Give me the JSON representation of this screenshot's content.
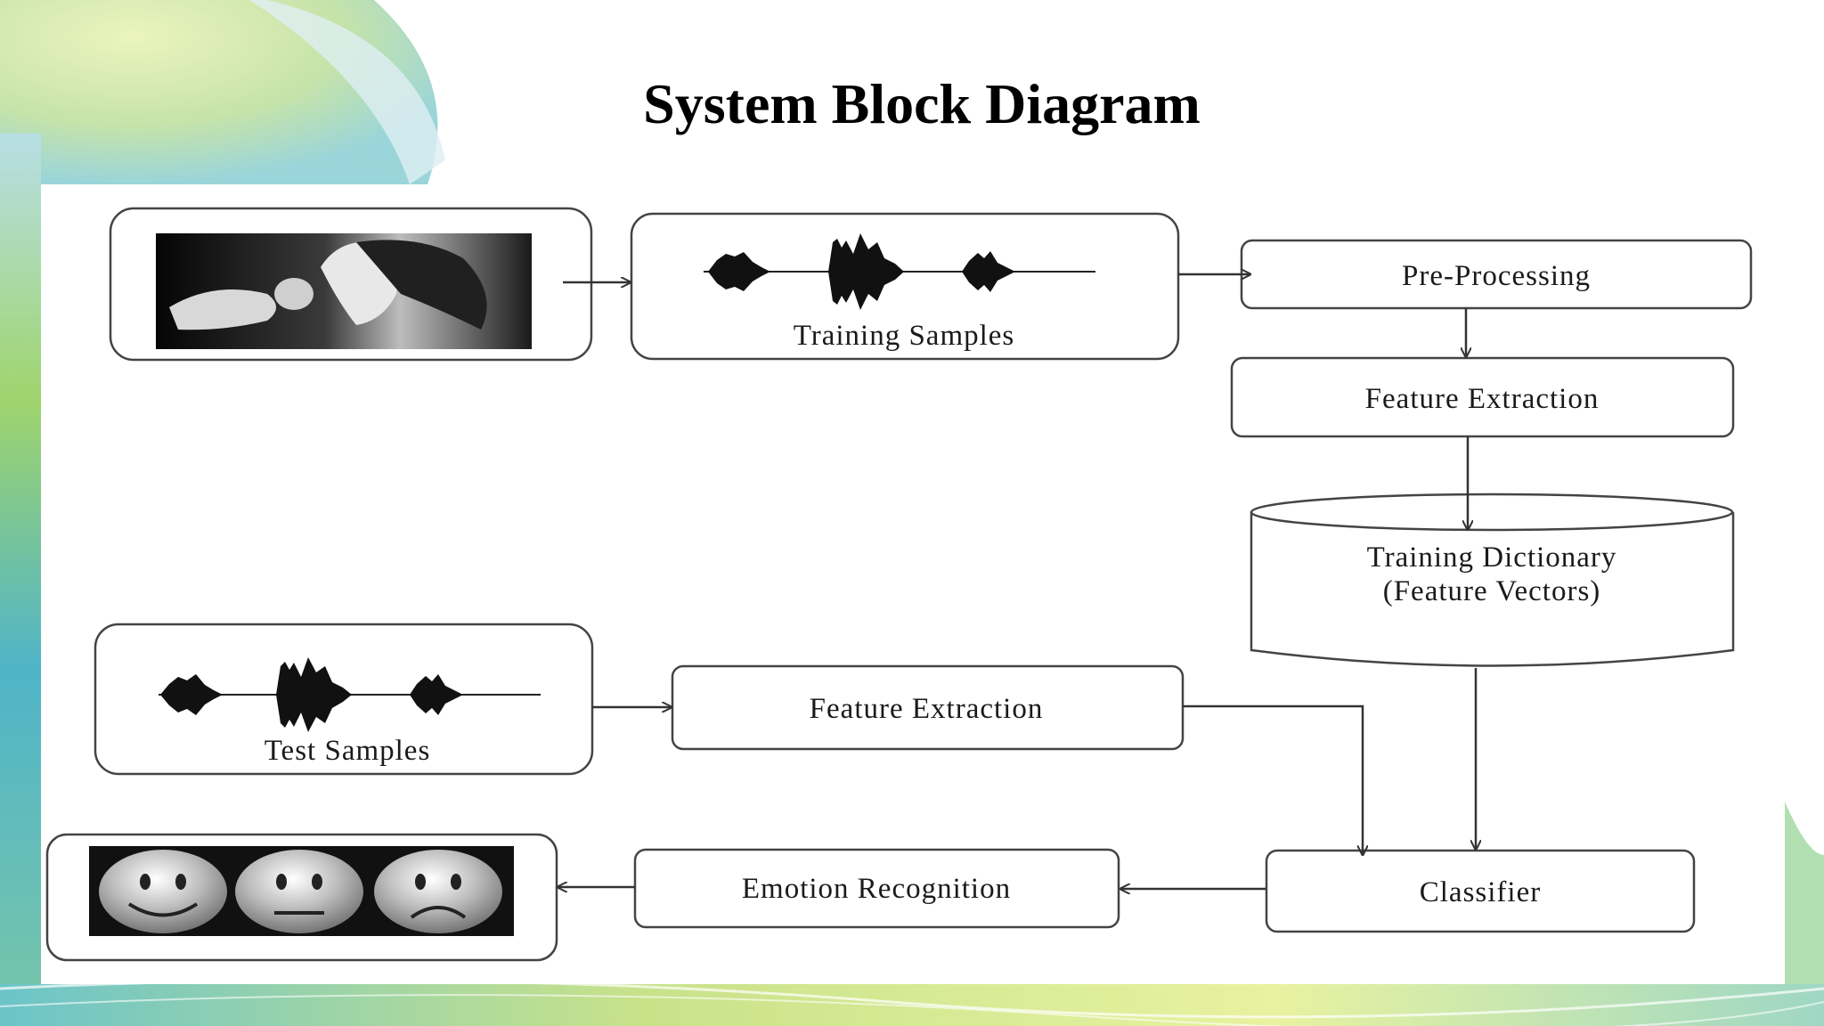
{
  "slide": {
    "title": "System Block Diagram"
  },
  "diagram": {
    "nodes": {
      "training_samples": "Training  Samples",
      "pre_processing": "Pre-Processing",
      "feature_extraction_train": "Feature Extraction",
      "training_dictionary_line1": "Training  Dictionary",
      "training_dictionary_line2": "(Feature Vectors)",
      "test_samples": "Test Samples",
      "feature_extraction_test": "Feature Extraction",
      "classifier": "Classifier",
      "emotion_recognition": "Emotion Recognition"
    },
    "images": {
      "singer_photo": "person-singing-icon",
      "emotion_faces": [
        "happy-face-icon",
        "neutral-face-icon",
        "sad-face-icon"
      ]
    }
  },
  "colors": {
    "background_green": "#cfe58a",
    "background_teal": "#5fc0c8",
    "box_stroke": "#444444"
  }
}
